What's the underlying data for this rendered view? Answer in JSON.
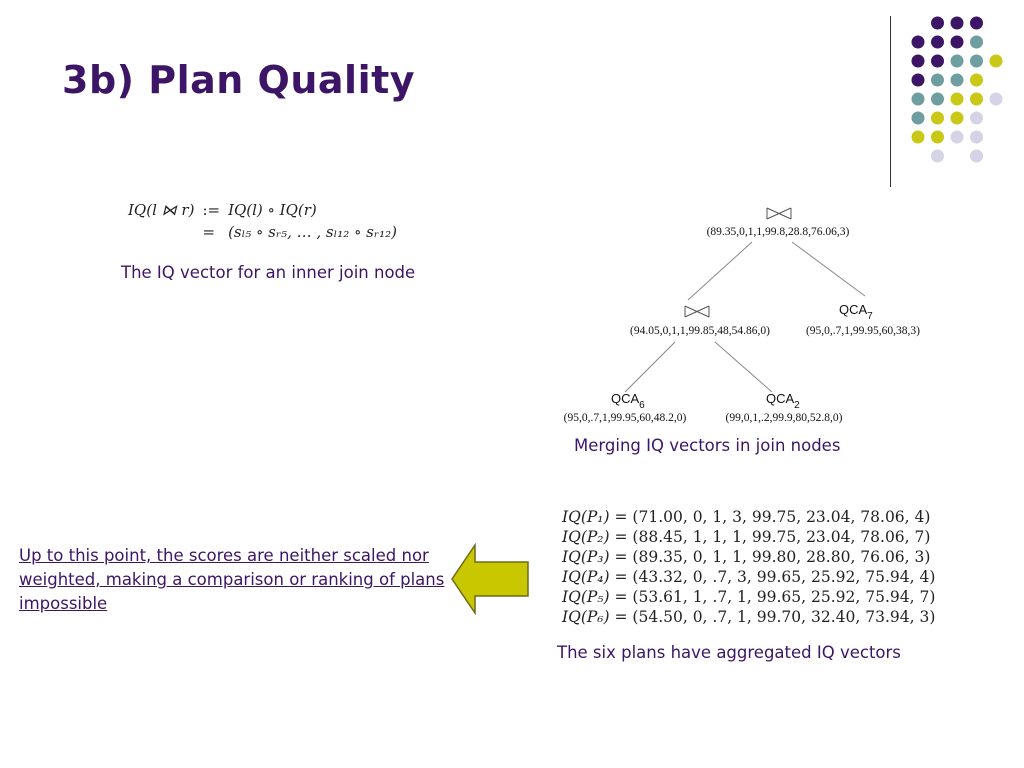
{
  "slide": {
    "title": "3b) Plan Quality"
  },
  "formula": {
    "row1": {
      "lhs": "IQ(l ⋈ r)",
      "op": ":=",
      "rhs": "IQ(l) ∘ IQ(r)"
    },
    "row2": {
      "op": "=",
      "rhs": "(sₗ₅ ∘ sᵣ₅, … , sₗ₁₂ ∘ sᵣ₁₂)"
    }
  },
  "captions": {
    "inner_join": "The IQ vector for an inner join node",
    "merging": "Merging IQ vectors in join nodes",
    "aggregated": "The six plans have aggregated IQ vectors"
  },
  "tree": {
    "root": {
      "symbol": "⋈",
      "vector": "(89.35,0,1,1,99.8,28.8,76.06,3)"
    },
    "join": {
      "symbol": "⋈",
      "vector": "(94.05,0,1,1,99.85,48,54.86,0)"
    },
    "qca7": {
      "name": "QCA",
      "sub": "7",
      "vector": "(95,0,.7,1,99.95,60,38,3)"
    },
    "qca6": {
      "name": "QCA",
      "sub": "6",
      "vector": "(95,0,.7,1,99.95,60,48.2,0)"
    },
    "qca2": {
      "name": "QCA",
      "sub": "2",
      "vector": "(99,0,1,.2,99.9,80,52.8,0)"
    }
  },
  "plans": [
    {
      "label": "IQ(P₁)",
      "vector": "(71.00, 0, 1, 3, 99.75, 23.04, 78.06, 4)"
    },
    {
      "label": "IQ(P₂)",
      "vector": "(88.45, 1, 1, 1, 99.75, 23.04, 78.06, 7)"
    },
    {
      "label": "IQ(P₃)",
      "vector": "(89.35, 0, 1, 1, 99.80, 28.80, 76.06, 3)"
    },
    {
      "label": "IQ(P₄)",
      "vector": "(43.32, 0, .7, 3, 99.65, 25.92, 75.94, 4)"
    },
    {
      "label": "IQ(P₅)",
      "vector": "(53.61, 1, .7, 1, 99.65, 25.92, 75.94, 7)"
    },
    {
      "label": "IQ(P₆)",
      "vector": "(54.50, 0, .7, 1, 99.70, 32.40, 73.94, 3)"
    }
  ],
  "note": {
    "text": "Up to this point, the scores are neither scaled nor weighted, making a comparison or ranking of plans impossible"
  },
  "colors": {
    "title": "#3d1566",
    "purple_dot": "#3d1566",
    "teal_dot": "#6f9ea0",
    "yellow_dot": "#c9c816",
    "lavender_dot": "#d4d4e6",
    "arrow_fill": "#c9c800"
  },
  "icons": {
    "arrow": "left-arrow-icon",
    "join": "bowtie-join-icon"
  }
}
